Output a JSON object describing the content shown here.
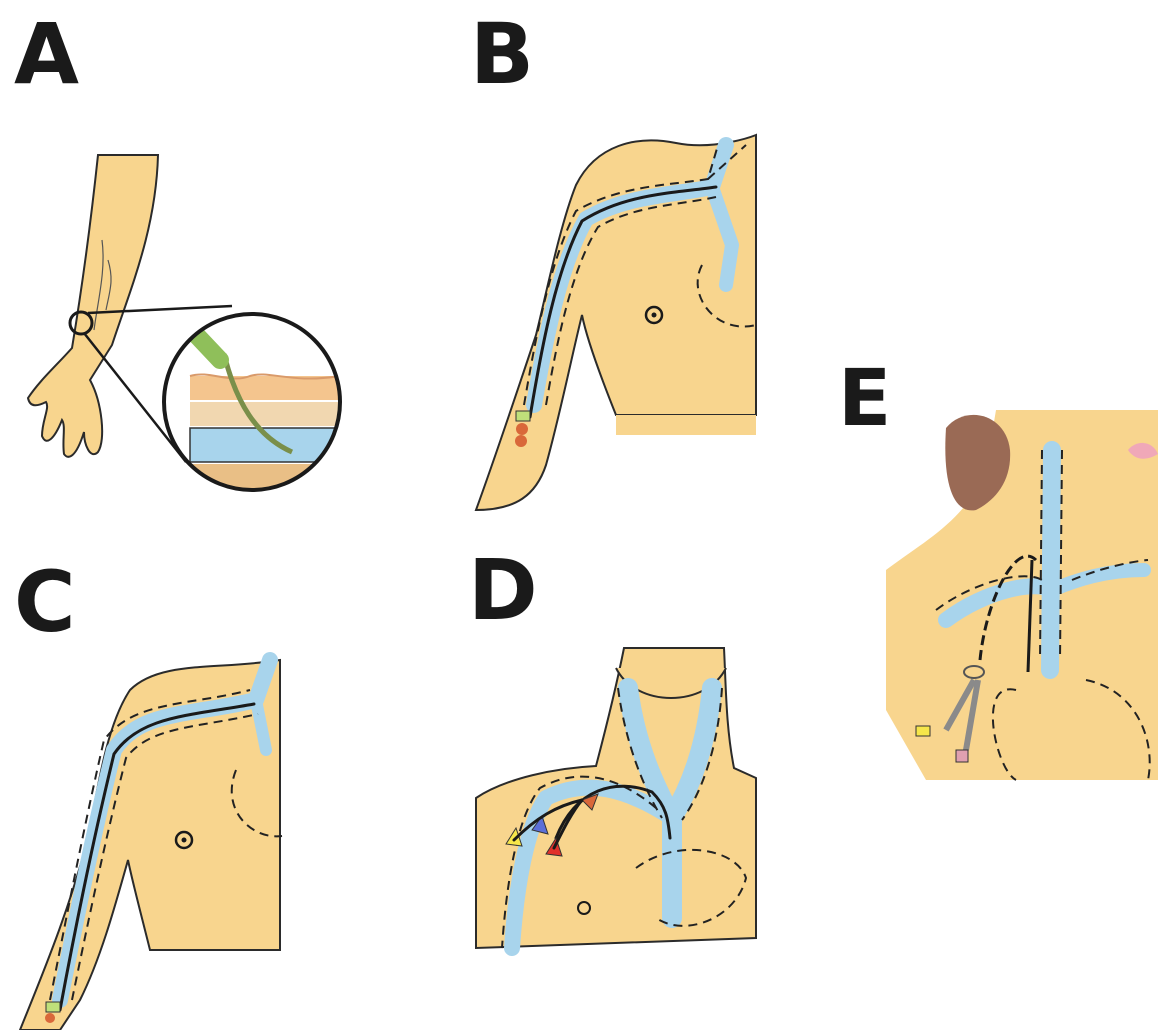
{
  "panels": {
    "a": {
      "label": "A"
    },
    "b": {
      "label": "B"
    },
    "c": {
      "label": "C"
    },
    "d": {
      "label": "D"
    },
    "e": {
      "label": "E"
    }
  },
  "colors": {
    "skin": "#f8d58e",
    "vein": "#a8d4ec",
    "outline": "#2b2b2b",
    "hair": "#9a6a55",
    "hub_green": "#bfe07a",
    "hub_orange": "#d9683a",
    "hub_yellow": "#f6e64a",
    "hub_blue": "#5b6fd8",
    "hub_red": "#e0312b"
  }
}
